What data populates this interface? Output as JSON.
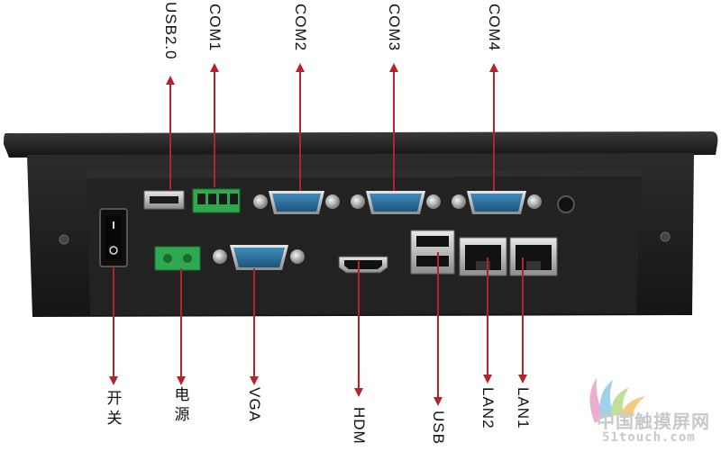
{
  "labels": {
    "usb20": "USB2.0",
    "com1": "COM1",
    "com2": "COM2",
    "com3": "COM3",
    "com4": "COM4",
    "power_switch": [
      "开",
      "关"
    ],
    "power_input": [
      "电",
      "源"
    ],
    "vga": "VGA",
    "hdmi": "HDM",
    "usb": "USB",
    "lan2": "LAN2",
    "lan1": "LAN1"
  },
  "watermark": {
    "cn": "中国触摸屏网",
    "url": "51touch.com"
  },
  "colors": {
    "arrow": "#b3242a",
    "chassis": "#1b1b1b",
    "panel": "#262626",
    "port_blue": "#2a6f9e",
    "terminal_green": "#2fa84f"
  }
}
